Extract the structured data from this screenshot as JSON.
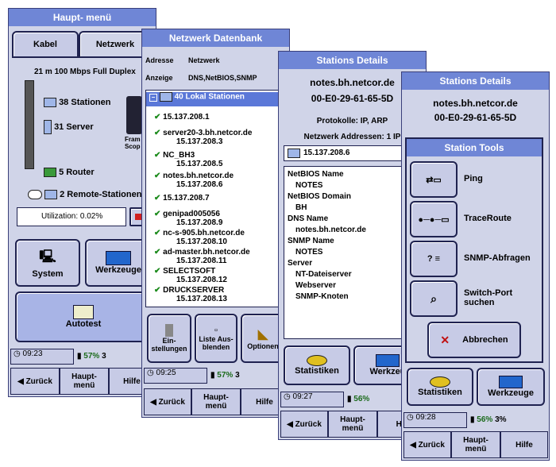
{
  "p1": {
    "title": "Haupt- menü",
    "tabs": [
      "Kabel",
      "Netzwerk"
    ],
    "link": "21 m  100 Mbps Full Duplex",
    "devices": [
      "38 Stationen",
      "31 Server",
      "5 Router",
      "2 Remote-Stationen"
    ],
    "device_side": "Fram Scop",
    "utilization": "Utilization: 0.02%",
    "buttons": [
      "System",
      "Werkzeuge",
      "Autotest"
    ],
    "time": "09:23",
    "battery": "57%",
    "extra": "3",
    "nav": [
      "Zurück",
      "Haupt- menü",
      "Hilfe"
    ]
  },
  "p2": {
    "title": "Netzwerk Datenbank",
    "adresse_label": "Adresse",
    "adresse_value": "Netzwerk",
    "anzeige_label": "Anzeige",
    "anzeige_value": "DNS,NetBIOS,SNMP",
    "group": "40 Lokal Stationen",
    "stations": [
      {
        "name": "15.137.208.1",
        "ip": ""
      },
      {
        "name": "server20-3.bh.netcor.de",
        "ip": "15.137.208.3"
      },
      {
        "name": "NC_BH3",
        "ip": "15.137.208.5"
      },
      {
        "name": "notes.bh.netcor.de",
        "ip": "15.137.208.6"
      },
      {
        "name": "15.137.208.7",
        "ip": ""
      },
      {
        "name": "genipad005056",
        "ip": "15.137.208.9"
      },
      {
        "name": "nc-s-905.bh.netcor.de",
        "ip": "15.137.208.10"
      },
      {
        "name": "ad-master.bh.netcor.de",
        "ip": "15.137.208.11"
      },
      {
        "name": "SELECTSOFT",
        "ip": "15.137.208.12"
      },
      {
        "name": "DRUCKSERVER",
        "ip": "15.137.208.13"
      }
    ],
    "buttons": [
      "Ein- stellungen",
      "Liste Aus- blenden",
      "Optionen"
    ],
    "time": "09:25",
    "battery": "57%",
    "extra": "3",
    "nav": [
      "Zurück",
      "Haupt- menü",
      "Hilfe"
    ]
  },
  "p3": {
    "title": "Stations Details",
    "host": "notes.bh.netcor.de",
    "mac": "00-E0-29-61-65-5D",
    "protocols": "Protokolle: IP, ARP",
    "net_addr": "Netzwerk Addressen: 1 IP",
    "ip": "15.137.208.6",
    "details": [
      "NetBIOS Name",
      "NOTES",
      "NetBIOS Domain",
      "BH",
      "DNS Name",
      "notes.bh.netcor.de",
      "SNMP Name",
      "NOTES",
      "Server",
      "NT-Dateiserver",
      "Webserver",
      "SNMP-Knoten"
    ],
    "buttons": [
      "Statistiken",
      "Werkzeu"
    ],
    "time": "09:27",
    "battery": "56%",
    "nav": [
      "Zurück",
      "Haupt- menü",
      "Hil"
    ]
  },
  "p4": {
    "title": "Stations Details",
    "host": "notes.bh.netcor.de",
    "mac": "00-E0-29-61-65-5D",
    "tools_title": "Station Tools",
    "tools": [
      "Ping",
      "TraceRoute",
      "SNMP-Abfragen",
      "Switch-Port suchen"
    ],
    "cancel": "Abbrechen",
    "buttons": [
      "Statistiken",
      "Werkzeuge"
    ],
    "time": "09:28",
    "battery": "56%",
    "extra": "3%",
    "nav": [
      "Zurück",
      "Haupt- menü",
      "Hilfe"
    ],
    "colors": {
      "title": "#6f86d6",
      "panel": "#d0d4e8",
      "check": "#1a8a1a",
      "cancel": "#c01010"
    }
  }
}
